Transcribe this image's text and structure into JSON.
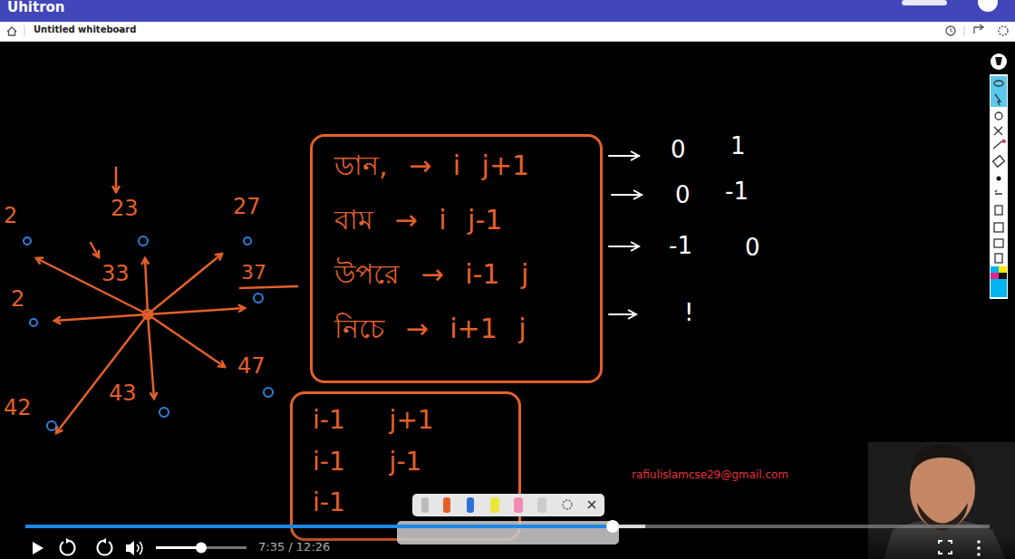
{
  "diagram": {
    "nodes": [
      {
        "text": [
          "ডান, → i j+1",
          "বাম → i j-1",
          "উপরে → i-1 j",
          "নিচে → i+1 j"
        ]
      },
      {
        "text": [
          "i-1 j+1",
          "i-1 j-1",
          "i-1"
        ]
      }
    ],
    "labels": [
      "Uhitron",
      "Untitled whiteboard",
      "0",
      "1",
      "0",
      "-1",
      "-1",
      "0",
      "!",
      "2",
      "23",
      "27",
      "37",
      "33",
      "2",
      "42",
      "43",
      "47",
      "rafiulislamcse29@gmail.com",
      "7:35 / 12:26"
    ]
  }
}
